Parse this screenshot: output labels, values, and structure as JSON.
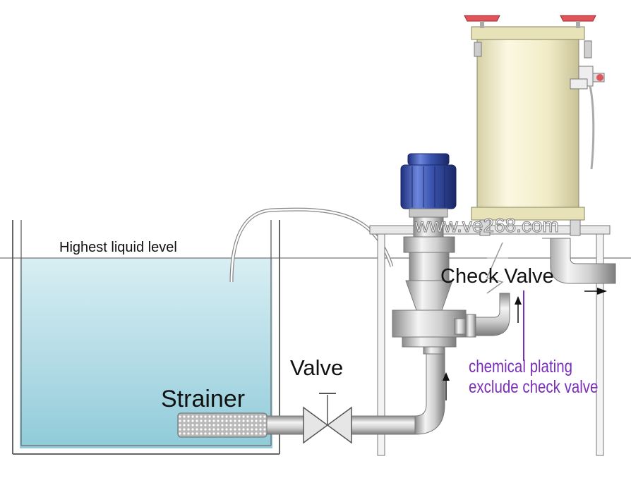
{
  "labels": {
    "highest_liquid_level": "Highest liquid level",
    "check_valve": "Check Valve",
    "valve": "Valve",
    "strainer": "Strainer",
    "note_line1": "chemical plating",
    "note_line2": "exclude check valve",
    "watermark": "www.ve268.com"
  },
  "colors": {
    "liquid": "#a9dbe6",
    "pipe": "#c9c9c9",
    "filter_body": "#f2eecb",
    "motor": "#3b55b0",
    "handle": "#e0555a",
    "note": "#7a2fb8"
  }
}
